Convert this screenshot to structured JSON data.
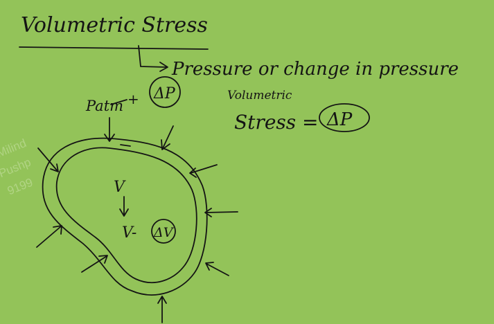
{
  "colors": {
    "background": "#93c359",
    "ink": "#141414",
    "watermark": "#c9e2a6"
  },
  "watermark": {
    "line1": "Milind",
    "line2": "Pushp",
    "line3": "9199"
  },
  "heading": {
    "title": "Volumetric Stress"
  },
  "note": {
    "pressure_text": "Pressure or change in pressure"
  },
  "diagram": {
    "pressure_label": "Patm",
    "pressure_change": "+ΔP",
    "delta_p_circled": "ΔP",
    "volume_initial": "V",
    "volume_final": "V-",
    "delta_v_circled": "ΔV"
  },
  "formula": {
    "line1": "Volumetric",
    "line2": "Stress =",
    "circled": "ΔP"
  }
}
